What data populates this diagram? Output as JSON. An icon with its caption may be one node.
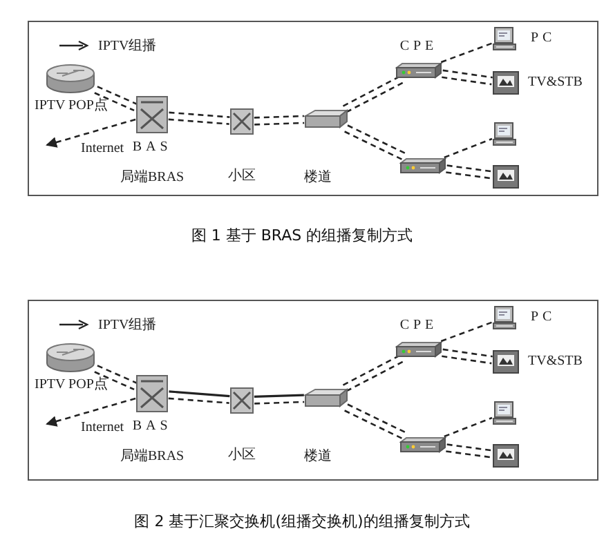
{
  "diagram": {
    "nodes": [
      {
        "text": [],
        "shape": "box"
      },
      {
        "text": [
          "IPTV POP点"
        ],
        "in": 0
      },
      {
        "text": [
          "BAS",
          "局端BRAS"
        ],
        "in": 0
      },
      {
        "text": [
          "小区"
        ],
        "in": 0
      },
      {
        "text": [
          "楼道"
        ],
        "in": 0
      },
      {
        "text": [
          "CPE"
        ],
        "in": 0
      },
      {
        "text": [
          "PC"
        ],
        "in": 0
      },
      {
        "text": [
          "TV&STB"
        ],
        "in": 0
      },
      {
        "text": [],
        "shape": "picture",
        "in": 0
      },
      {
        "text": [],
        "shape": "picture",
        "in": 0
      },
      {
        "text": [],
        "shape": "picture",
        "in": 0
      },
      {
        "text": [],
        "shape": "box"
      },
      {
        "text": [
          "IPTV POP点"
        ],
        "in": 11
      },
      {
        "text": [
          "BAS",
          "局端BRAS"
        ],
        "in": 11
      },
      {
        "text": [
          "小区"
        ],
        "in": 11
      },
      {
        "text": [
          "楼道"
        ],
        "in": 11
      },
      {
        "text": [
          "CPE"
        ],
        "in": 11
      },
      {
        "text": [
          "PC"
        ],
        "in": 11
      },
      {
        "text": [
          "TV&STB"
        ],
        "in": 11
      },
      {
        "text": [],
        "shape": "picture",
        "in": 11
      },
      {
        "text": [],
        "shape": "picture",
        "in": 11
      },
      {
        "text": [],
        "shape": "picture",
        "in": 11
      }
    ],
    "edges": [
      {
        "from": 1,
        "to": 2,
        "arrow": "none",
        "style": "dashed"
      },
      {
        "from": 1,
        "to": 2,
        "arrow": "none",
        "style": "dashed"
      },
      {
        "from": 2,
        "to": 3,
        "arrow": "none",
        "style": "dashed"
      },
      {
        "from": 2,
        "to": 3,
        "arrow": "none",
        "style": "dashed"
      },
      {
        "from": 3,
        "to": 4,
        "arrow": "none",
        "style": "dashed"
      },
      {
        "from": 3,
        "to": 4,
        "arrow": "none",
        "style": "dashed"
      },
      {
        "from": 4,
        "to": 5,
        "arrow": "none",
        "style": "dashed"
      },
      {
        "from": 4,
        "to": 5,
        "arrow": "none",
        "style": "dashed"
      },
      {
        "from": 4,
        "to": 8,
        "arrow": "none",
        "style": "dashed"
      },
      {
        "from": 4,
        "to": 8,
        "arrow": "none",
        "style": "dashed"
      },
      {
        "from": 5,
        "to": 6,
        "arrow": "none",
        "style": "dashed"
      },
      {
        "from": 5,
        "to": 7,
        "arrow": "none",
        "style": "dashed"
      },
      {
        "from": 5,
        "to": 7,
        "arrow": "none",
        "style": "dashed"
      },
      {
        "from": 8,
        "to": 9,
        "arrow": "none",
        "style": "dashed"
      },
      {
        "from": 8,
        "to": 10,
        "arrow": "none",
        "style": "dashed"
      },
      {
        "from": 8,
        "to": 10,
        "arrow": "none",
        "style": "dashed"
      },
      {
        "from": 2,
        "to": null,
        "arrow": "to",
        "style": "dashed",
        "label": "Internet"
      },
      {
        "from": 12,
        "to": 13,
        "arrow": "none",
        "style": "dashed"
      },
      {
        "from": 12,
        "to": 13,
        "arrow": "none",
        "style": "dashed"
      },
      {
        "from": 13,
        "to": 14,
        "arrow": "none"
      },
      {
        "from": 13,
        "to": 14,
        "arrow": "none",
        "style": "dashed"
      },
      {
        "from": 14,
        "to": 15,
        "arrow": "none"
      },
      {
        "from": 14,
        "to": 15,
        "arrow": "none",
        "style": "dashed"
      },
      {
        "from": 15,
        "to": 16,
        "arrow": "none",
        "style": "dashed"
      },
      {
        "from": 15,
        "to": 16,
        "arrow": "none",
        "style": "dashed"
      },
      {
        "from": 15,
        "to": 19,
        "arrow": "none",
        "style": "dashed"
      },
      {
        "from": 15,
        "to": 19,
        "arrow": "none",
        "style": "dashed"
      },
      {
        "from": 16,
        "to": 17,
        "arrow": "none",
        "style": "dashed"
      },
      {
        "from": 16,
        "to": 18,
        "arrow": "none",
        "style": "dashed"
      },
      {
        "from": 16,
        "to": 18,
        "arrow": "none",
        "style": "dashed"
      },
      {
        "from": 19,
        "to": 20,
        "arrow": "none",
        "style": "dashed"
      },
      {
        "from": 19,
        "to": 21,
        "arrow": "none",
        "style": "dashed"
      },
      {
        "from": 19,
        "to": 21,
        "arrow": "none",
        "style": "dashed"
      },
      {
        "from": 13,
        "to": null,
        "arrow": "to",
        "style": "dashed",
        "label": "Internet"
      }
    ],
    "labels": [
      "图 1 基于 BRAS 的组播复制方式",
      "图 2 基于汇聚交换机(组播交换机)的组播复制方式"
    ],
    "legend": [
      {
        "text": "IPTV组播"
      },
      {
        "text": "IPTV组播"
      }
    ]
  }
}
